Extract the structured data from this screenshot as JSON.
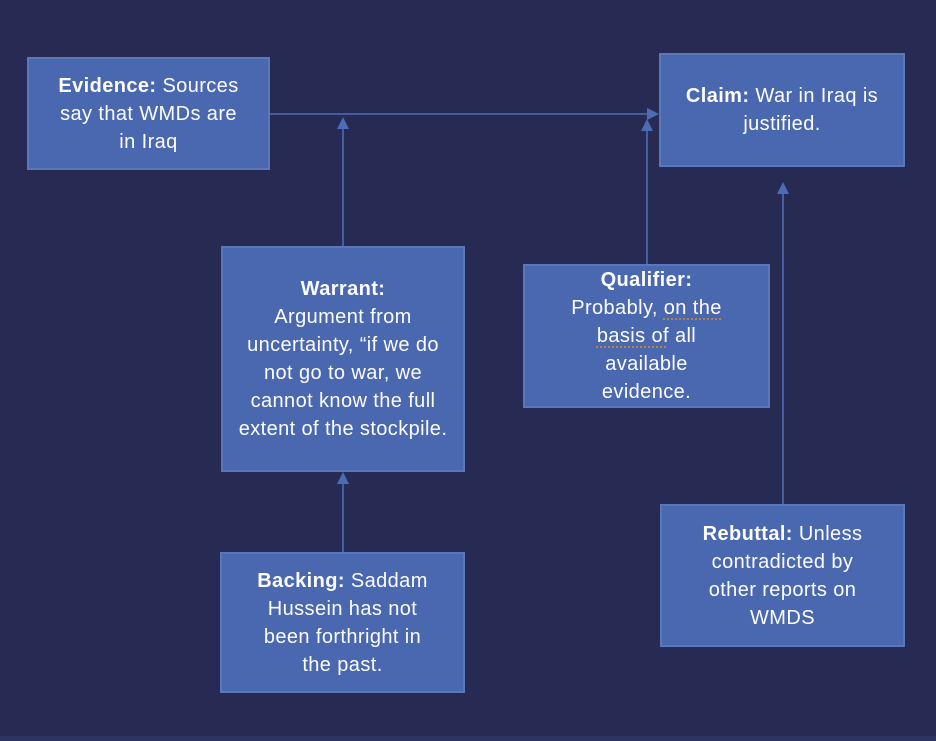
{
  "colors": {
    "background": "#272a52",
    "background_bottom": "#2e3462",
    "box_fill": "#4a68b0",
    "box_border": "#5c77b8",
    "arrow": "#4d6cb6",
    "text": "#fdfdfe",
    "spellcheck_underline": "#b9823f"
  },
  "boxes": {
    "evidence": {
      "label": "Evidence:",
      "text": "Sources say that WMDs are in Iraq"
    },
    "claim": {
      "label": "Claim:",
      "text": "War in Iraq is justified."
    },
    "warrant": {
      "label": "Warrant:",
      "text": "Argument from uncertainty, “if we do not go to war, we cannot know the full extent of the stockpile."
    },
    "qualifier": {
      "label": "Qualifier:",
      "t1": "Probably,",
      "t2": "on the basis of",
      "t3": "all available evidence."
    },
    "backing": {
      "label": "Backing:",
      "text": "Saddam Hussein has not been forthright in the past."
    },
    "rebuttal": {
      "label": "Rebuttal:",
      "text": "Unless contradicted by other reports on WMDS"
    }
  },
  "connections": [
    {
      "from": "evidence",
      "to": "claim"
    },
    {
      "from": "warrant",
      "to": "evidence-claim-line"
    },
    {
      "from": "backing",
      "to": "warrant"
    },
    {
      "from": "qualifier",
      "to": "evidence-claim-line"
    },
    {
      "from": "rebuttal",
      "to": "claim"
    }
  ]
}
